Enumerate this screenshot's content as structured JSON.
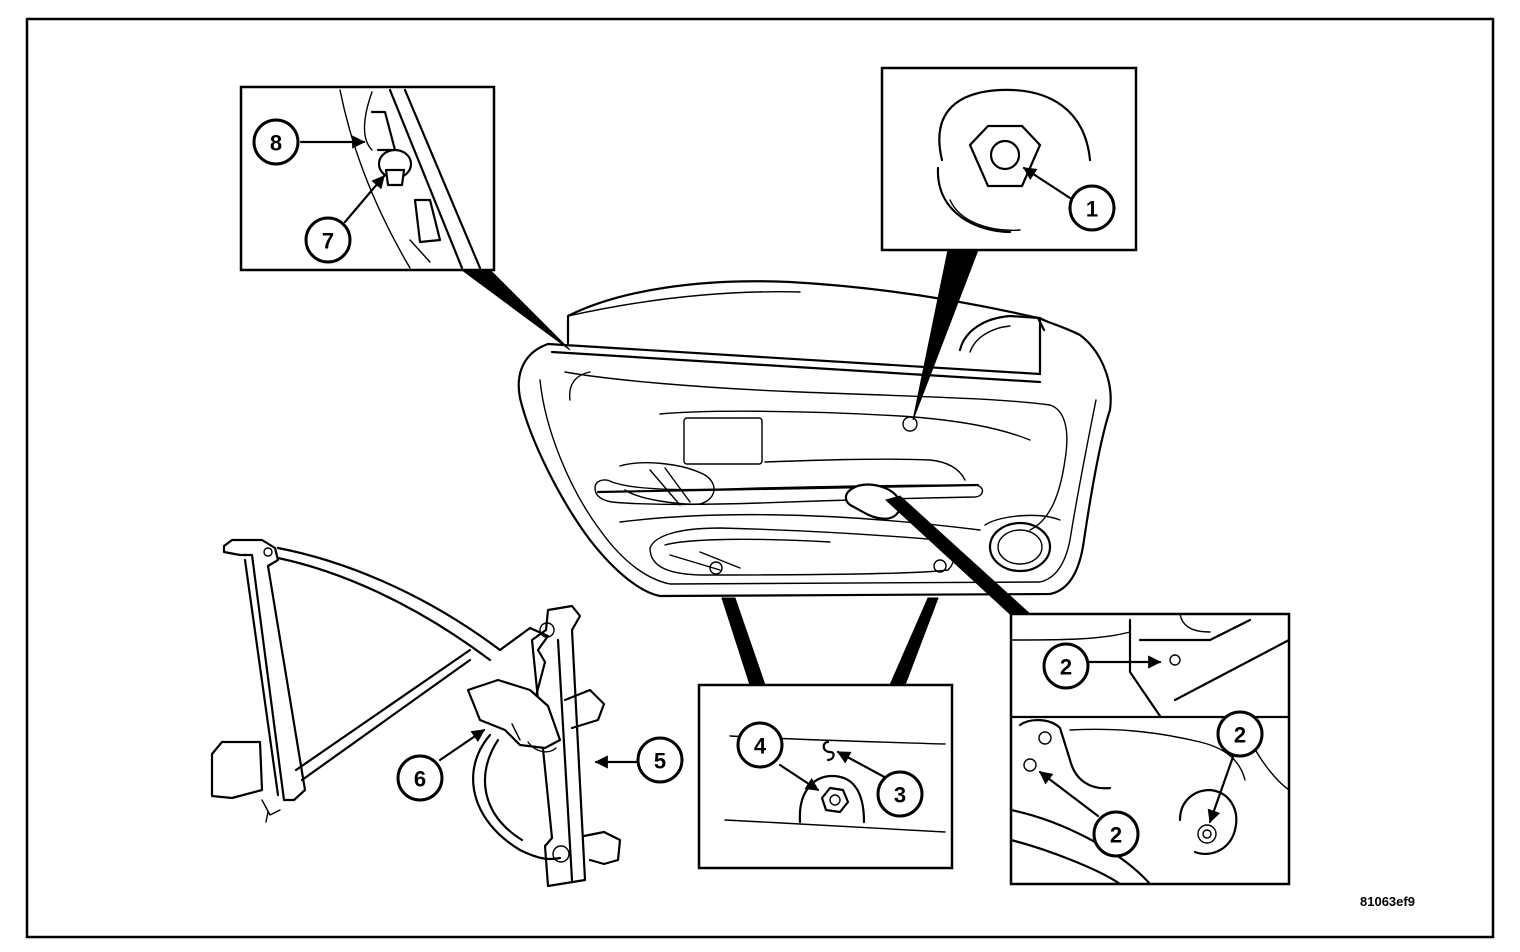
{
  "figure_code": "81063ef9",
  "callouts": [
    {
      "id": "c1",
      "label": "1"
    },
    {
      "id": "c2a",
      "label": "2"
    },
    {
      "id": "c2b",
      "label": "2"
    },
    {
      "id": "c2c",
      "label": "2"
    },
    {
      "id": "c3",
      "label": "3"
    },
    {
      "id": "c4",
      "label": "4"
    },
    {
      "id": "c5",
      "label": "5"
    },
    {
      "id": "c6",
      "label": "6"
    },
    {
      "id": "c7",
      "label": "7"
    },
    {
      "id": "c8",
      "label": "8"
    }
  ]
}
